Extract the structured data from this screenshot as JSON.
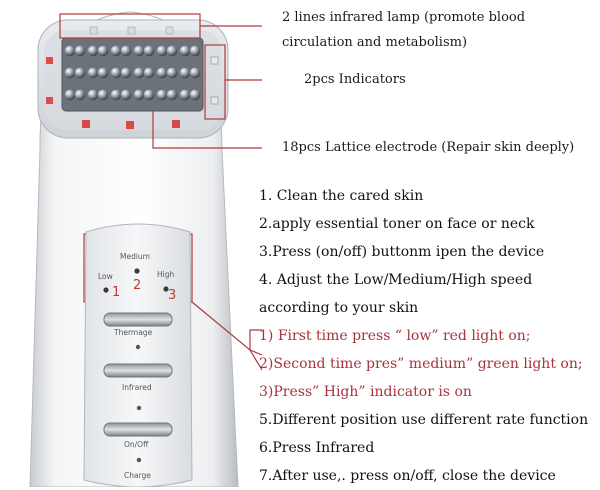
{
  "device": {
    "level_title": "Medium",
    "level_low": "Low",
    "level_high": "High",
    "level_nums": [
      "1",
      "2",
      "3"
    ],
    "btn_thermage": "Thermage",
    "btn_infrared": "Infrared",
    "btn_onoff": "On/Off",
    "btn_charge": "Charge"
  },
  "callouts": {
    "lamp_line1": "2 lines infrared lamp (promote blood",
    "lamp_line2": "circulation and metabolism)",
    "indicators": "2pcs Indicators",
    "electrode": "18pcs Lattice electrode  (Repair skin deeply)"
  },
  "steps": [
    "1. Clean the cared skin",
    "2.apply essential toner on face or neck",
    "3.Press (on/off) buttonm ipen the device",
    "4. Adjust the Low/Medium/High speed",
    "according to your skin",
    "1) First time press “ low” red light on;",
    "2)Second time pres” medium” green light on;",
    "3)Press” High” indicator is on",
    "5.Different position use different rate function",
    "6.Press Infrared",
    "7.After use,. press on/off, close the device"
  ],
  "colors": {
    "red_text": "#a8323c",
    "callout_line": "#b03a3a"
  }
}
